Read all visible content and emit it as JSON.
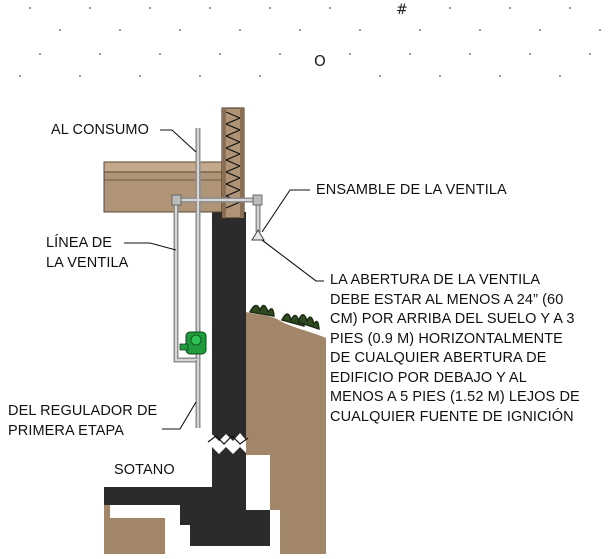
{
  "marks": {
    "hash": "#",
    "letter_o": "O"
  },
  "labels": {
    "al_consumo": "AL CONSUMO",
    "linea_ventila": "LÍNEA DE\nLA VENTILA",
    "ensamble": "ENSAMBLE DE LA VENTILA",
    "abertura_nota": "LA ABERTURA DE LA VENTILA\nDEBE ESTAR AL MENOS A 24” (60\nCM) POR ARRIBA DEL SUELO Y A 3\nPIES (0.9 M) HORIZONTALMENTE\nDE CUALQUIER ABERTURA DE\nEDIFICIO POR DEBAJO Y AL\nMENOS A 5 PIES (1.52 M) LEJOS DE\nCUALQUIER FUENTE DE IGNICIÓN",
    "del_regulador": "DEL REGULADOR DE\nPRIMERA ETAPA",
    "sotano": "SOTANO"
  },
  "colors": {
    "concrete": "#2b2b2b",
    "soil": "#a2866a",
    "wood": "#b09478",
    "pipe": "#c9c9c9",
    "regulator": "#1f9a3c",
    "ink": "#111111"
  }
}
